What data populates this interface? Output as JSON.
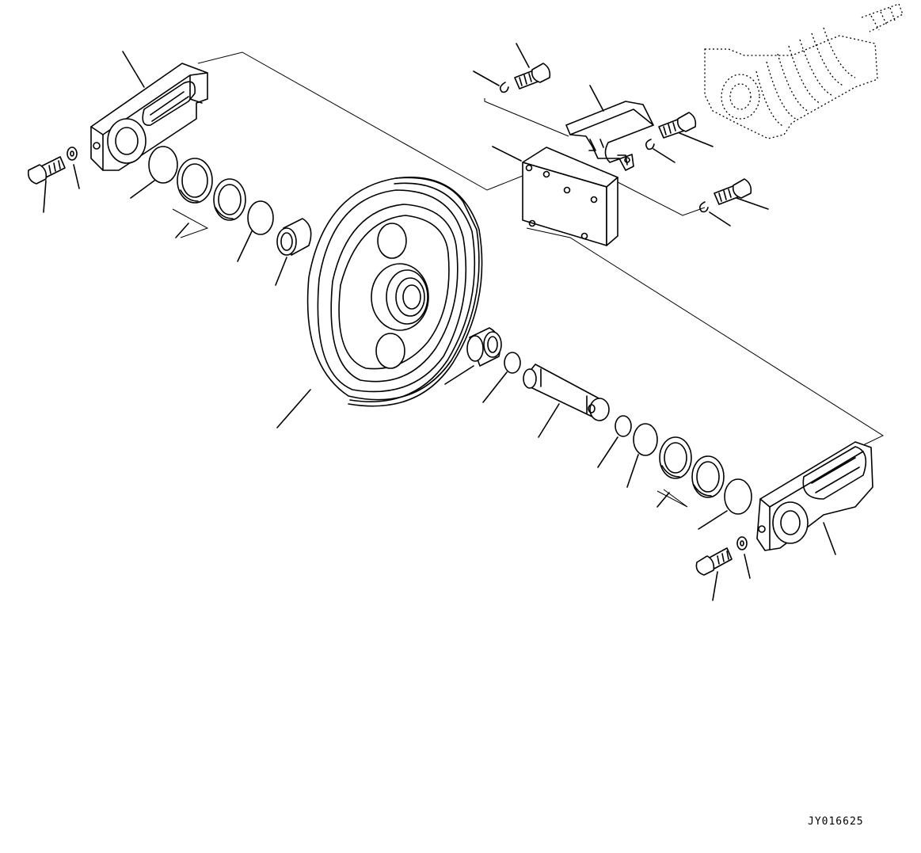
{
  "drawing_code": "JY016625",
  "parts": [
    "left-bearing-bracket",
    "left-mount-bolt",
    "left-mount-washer",
    "left-o-ring",
    "left-seal-pair",
    "left-inner-o-ring",
    "left-bushing",
    "idler-wheel",
    "right-bushing",
    "right-inner-o-ring",
    "idler-shaft",
    "right-small-o-ring",
    "right-o-ring",
    "right-seal-pair",
    "right-outer-o-ring",
    "right-bearing-bracket",
    "right-mount-bolt",
    "right-mount-washer",
    "guard-plate",
    "guard-top-bolt",
    "guard-top-washer",
    "guard-side-bolt",
    "guard-side-washer",
    "yoke-block",
    "block-bolt",
    "block-washer",
    "recoil-spring-assembly"
  ]
}
